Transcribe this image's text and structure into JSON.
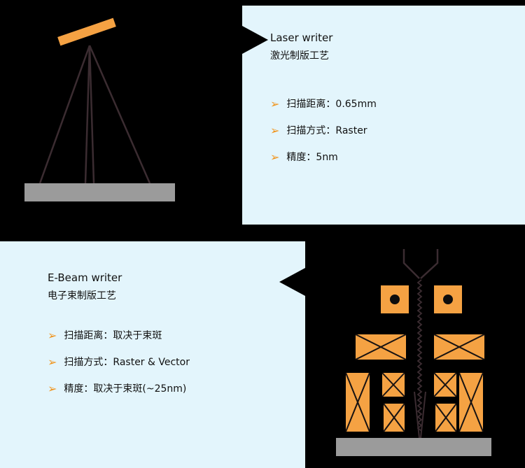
{
  "colors": {
    "background": "#000000",
    "panel": "#E3F5FC",
    "accent_orange": "#F5A243",
    "bullet_arrow_orange": "#F0941D",
    "substrate_gray": "#9B9B9B",
    "line_dark": "#3B2C31",
    "text": "#111111"
  },
  "glyphs": {
    "arrow_bullet": "➢"
  },
  "laser_panel": {
    "title_en": "Laser writer",
    "title_zh": "激光制版工艺",
    "bullets": [
      "扫描距离：0.65mm",
      "扫描方式：Raster",
      "精度：5nm"
    ]
  },
  "ebeam_panel": {
    "title_en": "E-Beam writer",
    "title_zh": "电子束制版工艺",
    "bullets": [
      "扫描距离：取决于束斑",
      "扫描方式：Raster & Vector",
      "精度：取决于束斑(~25nm)"
    ]
  }
}
